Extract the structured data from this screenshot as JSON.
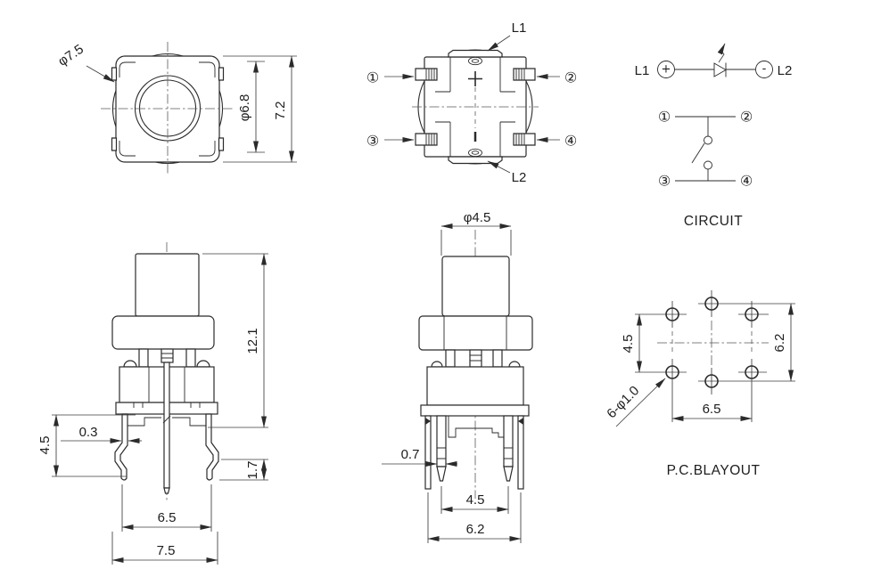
{
  "drawing": {
    "background": "#ffffff",
    "line_color": "#2b2b2b"
  },
  "top_view": {
    "dim_cap_diameter": "φ7.5",
    "dim_ring_diameter": "φ6.8",
    "dim_body_size": "7.2"
  },
  "bottom_view": {
    "pin_1": "①",
    "pin_2": "②",
    "pin_3": "③",
    "pin_4": "④",
    "led_terminal_1": "L1",
    "led_terminal_2": "L2"
  },
  "circuit": {
    "led_terminal_1": "L1",
    "led_terminal_2": "L2",
    "polarity_plus": "+",
    "polarity_minus": "-",
    "pin_1": "①",
    "pin_2": "②",
    "pin_3": "③",
    "pin_4": "④",
    "caption": "CIRCUIT"
  },
  "front_view": {
    "dim_total_height": "12.1",
    "dim_leg_length": "4.5",
    "dim_leg_thickness": "0.3",
    "dim_tip_length": "1.7",
    "dim_leg_span": "6.5",
    "dim_body_width": "7.5"
  },
  "side_view": {
    "dim_stem_diameter": "φ4.5",
    "dim_pin_width": "0.7",
    "dim_pin_span": "4.5",
    "dim_tab_span": "6.2"
  },
  "pcb_layout": {
    "dim_row_pitch": "4.5",
    "dim_led_pitch": "6.2",
    "dim_col_pitch": "6.5",
    "hole_callout": "6-φ1.0",
    "caption": "P.C.BLAYOUT"
  }
}
